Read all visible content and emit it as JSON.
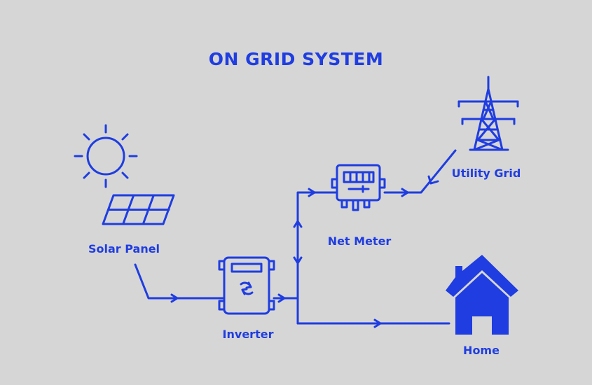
{
  "title": "ON GRID SYSTEM",
  "colors": {
    "accent": "#1f3de0",
    "background": "#d6d6d6"
  },
  "components": {
    "solar_panel": {
      "label": "Solar Panel",
      "icon": "solar-panel-icon"
    },
    "sun": {
      "icon": "sun-icon"
    },
    "inverter": {
      "label": "Inverter",
      "icon": "inverter-icon"
    },
    "net_meter": {
      "label": "Net Meter",
      "icon": "meter-icon"
    },
    "utility_grid": {
      "label": "Utility Grid",
      "icon": "transmission-tower-icon"
    },
    "home": {
      "label": "Home",
      "icon": "house-icon"
    }
  }
}
